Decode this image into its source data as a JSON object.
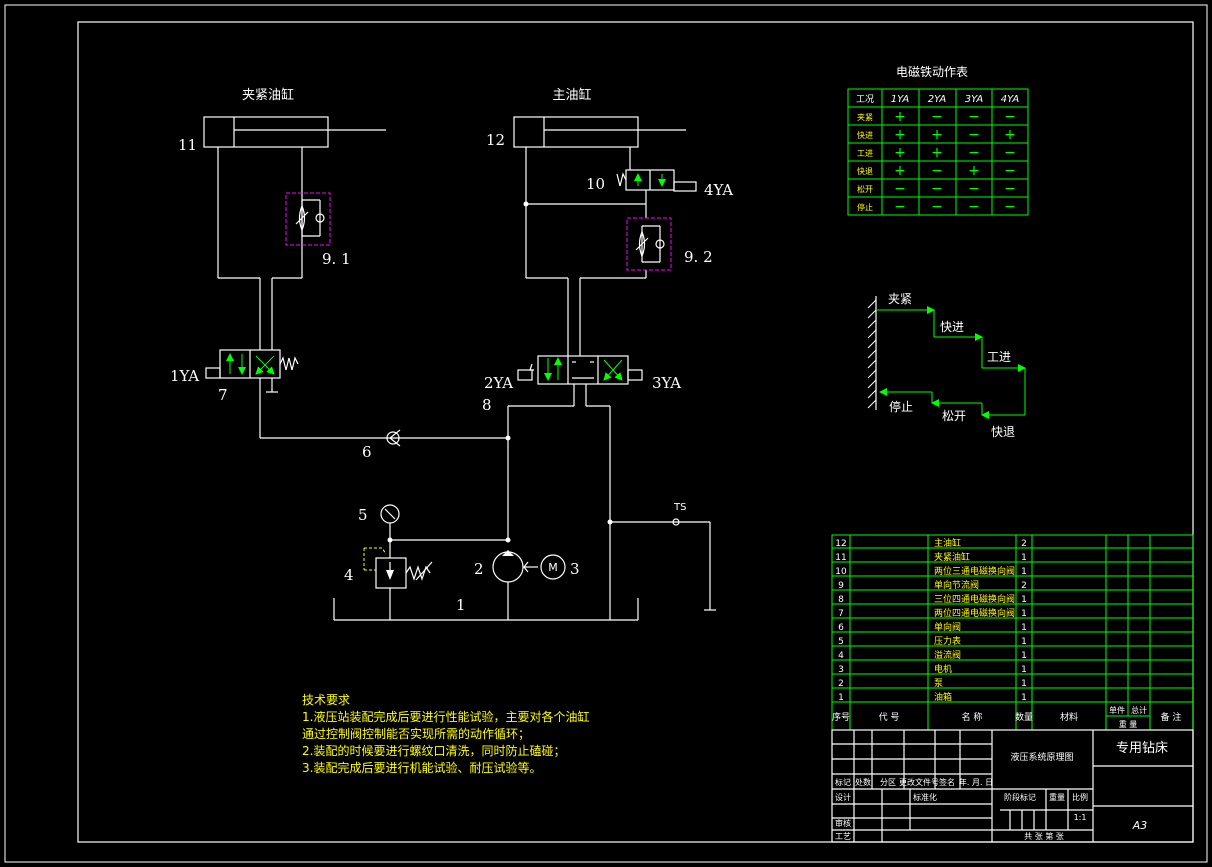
{
  "diagram": {
    "clamp_cylinder_title": "夹紧油缸",
    "main_cylinder_title": "主油缸",
    "labels": {
      "c11": "11",
      "c12": "12",
      "v10": "10",
      "s4ya": "4YA",
      "t91": "9. 1",
      "t92": "9. 2",
      "s1ya": "1YA",
      "v7": "7",
      "s2ya": "2YA",
      "s3ya": "3YA",
      "v8": "8",
      "v6": "6",
      "g5": "5",
      "r4": "4",
      "p2": "2",
      "m3": "3",
      "tank1": "1",
      "ts": "TS",
      "motor": "M"
    }
  },
  "table": {
    "title": "电磁铁动作表",
    "headers": [
      "工况",
      "1YA",
      "2YA",
      "3YA",
      "4YA"
    ],
    "rows": [
      [
        "夹紧",
        "+",
        "−",
        "−",
        "−"
      ],
      [
        "快进",
        "+",
        "+",
        "−",
        "+"
      ],
      [
        "工进",
        "+",
        "+",
        "−",
        "−"
      ],
      [
        "快退",
        "+",
        "−",
        "+",
        "−"
      ],
      [
        "松开",
        "−",
        "−",
        "−",
        "−"
      ],
      [
        "停止",
        "−",
        "−",
        "−",
        "−"
      ]
    ]
  },
  "cycle": {
    "steps": [
      "夹紧",
      "快进",
      "工进",
      "快退",
      "松开",
      "停止"
    ]
  },
  "notes": {
    "title": "技术要求",
    "lines": [
      "1.液压站装配完成后要进行性能试验，主要对各个油缸",
      "通过控制阀控制能否实现所需的动作循环；",
      "2.装配的时候要进行螺纹口清洗，同时防止磕碰；",
      "3.装配完成后要进行机能试验、耐压试验等。"
    ]
  },
  "parts": {
    "rows": [
      {
        "no": "12",
        "name": "主油缸",
        "qty": "2"
      },
      {
        "no": "11",
        "name": "夹紧油缸",
        "qty": "1"
      },
      {
        "no": "10",
        "name": "两位三通电磁换向阀",
        "qty": "1"
      },
      {
        "no": "9",
        "name": "单向节流阀",
        "qty": "2"
      },
      {
        "no": "8",
        "name": "三位四通电磁换向阀",
        "qty": "1"
      },
      {
        "no": "7",
        "name": "两位四通电磁换向阀",
        "qty": "1"
      },
      {
        "no": "6",
        "name": "单向阀",
        "qty": "1"
      },
      {
        "no": "5",
        "name": "压力表",
        "qty": "1"
      },
      {
        "no": "4",
        "name": "溢流阀",
        "qty": "1"
      },
      {
        "no": "3",
        "name": "电机",
        "qty": "1"
      },
      {
        "no": "2",
        "name": "泵",
        "qty": "1"
      },
      {
        "no": "1",
        "name": "油箱",
        "qty": "1"
      }
    ],
    "header": {
      "seq": "序号",
      "code": "代 号",
      "name": "名 称",
      "qty": "数量",
      "material": "材料",
      "unit": "单件",
      "total": "总计",
      "weight": "重 量",
      "remark": "备 注"
    }
  },
  "titleblock": {
    "drawing_name": "液压系统原理图",
    "product": "专用钻床",
    "mark": "标记",
    "count": "处数",
    "zone": "分区",
    "doc": "更改文件号",
    "sign": "签名",
    "date": "年. 月. 日",
    "design": "设计",
    "standard": "标准化",
    "stage": "阶段标记",
    "weight": "重量",
    "scale_lbl": "比例",
    "scale": "1:1",
    "review": "审核",
    "process": "工艺",
    "sheets": "共  张  第  张",
    "size": "A3"
  }
}
